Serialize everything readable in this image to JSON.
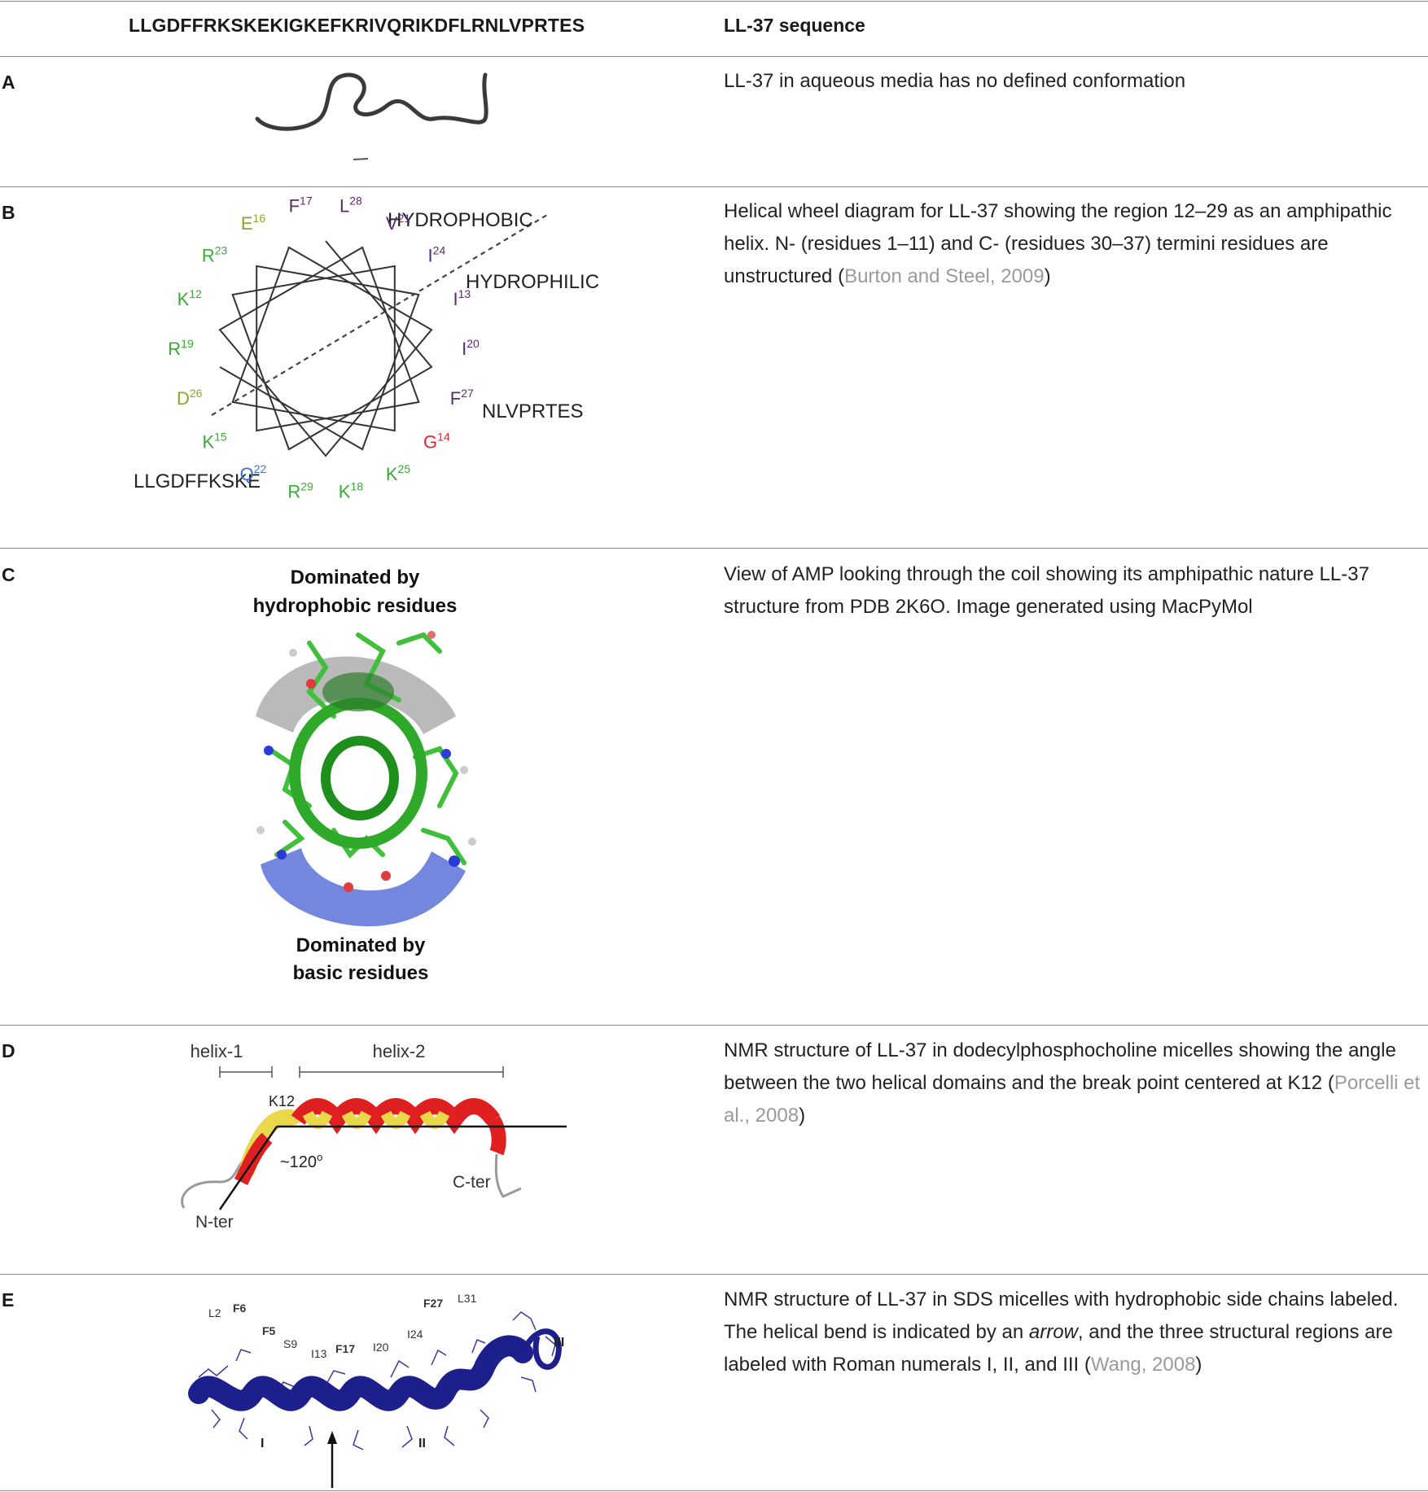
{
  "header": {
    "sequence": "LLGDFFRKSKEKIGKEFKRIVQRIKDFLRNLVPRTES",
    "column_title": "LL-37 sequence"
  },
  "rows": [
    {
      "letter": "A",
      "description": "LL-37 in aqueous media has no defined conformation"
    },
    {
      "letter": "B",
      "description_pre": "Helical wheel diagram for LL-37 showing the region 12–29 as an amphipathic helix. N- (residues 1–11) and C- (residues 30–37) termini residues are unstructured (",
      "citation": "Burton and Steel, 2009",
      "description_post": ")",
      "figure": {
        "hydrophobic_label": "HYDROPHOBIC",
        "hydrophilic_label": "HYDROPHILIC",
        "n_term_seq": "LLGDFFKSKE",
        "c_term_seq": "NLVPRTES",
        "residues": [
          {
            "aa": "F",
            "num": "17",
            "color": "#5b2a6e"
          },
          {
            "aa": "L",
            "num": "28",
            "color": "#5b2a6e"
          },
          {
            "aa": "V",
            "num": "21",
            "color": "#5b2a6e"
          },
          {
            "aa": "I",
            "num": "24",
            "color": "#5b2a6e"
          },
          {
            "aa": "I",
            "num": "13",
            "color": "#5b2a6e"
          },
          {
            "aa": "I",
            "num": "20",
            "color": "#5b2a6e"
          },
          {
            "aa": "F",
            "num": "27",
            "color": "#5b2a6e"
          },
          {
            "aa": "G",
            "num": "14",
            "color": "#e0262b"
          },
          {
            "aa": "K",
            "num": "25",
            "color": "#3aa935"
          },
          {
            "aa": "K",
            "num": "18",
            "color": "#3aa935"
          },
          {
            "aa": "R",
            "num": "29",
            "color": "#3aa935"
          },
          {
            "aa": "Q",
            "num": "22",
            "color": "#3f6fd1"
          },
          {
            "aa": "K",
            "num": "15",
            "color": "#3aa935"
          },
          {
            "aa": "D",
            "num": "26",
            "color": "#8aa52d"
          },
          {
            "aa": "R",
            "num": "19",
            "color": "#3aa935"
          },
          {
            "aa": "K",
            "num": "12",
            "color": "#3aa935"
          },
          {
            "aa": "R",
            "num": "23",
            "color": "#3aa935"
          },
          {
            "aa": "E",
            "num": "16",
            "color": "#8aa52d"
          }
        ]
      }
    },
    {
      "letter": "C",
      "description": "View of AMP looking through the coil showing its amphipathic nature LL-37 structure from PDB 2K6O. Image generated using MacPyMol",
      "figure": {
        "top_label_1": "Dominated by",
        "top_label_2": "hydrophobic residues",
        "bottom_label_1": "Dominated by",
        "bottom_label_2": "basic residues"
      }
    },
    {
      "letter": "D",
      "description_pre": "NMR structure of LL-37 in dodecylphosphocholine micelles showing the angle between the two helical domains and the break point centered at K12 (",
      "citation": "Porcelli et al., 2008",
      "description_post": ")",
      "figure": {
        "helix1": "helix-1",
        "helix2": "helix-2",
        "k12": "K12",
        "angle": "~120",
        "angle_unit": "o",
        "n_ter": "N-ter",
        "c_ter": "C-ter"
      }
    },
    {
      "letter": "E",
      "description_pre": "NMR structure of LL-37 in SDS micelles with hydrophobic side chains labeled. The helical bend is indicated by an ",
      "description_em": "arrow",
      "description_mid": ", and the three structural regions are labeled with Roman numerals I, II, and III (",
      "citation": "Wang, 2008",
      "description_post": ")",
      "figure": {
        "labels": [
          "L2",
          "F6",
          "F5",
          "S9",
          "I13",
          "F17",
          "I20",
          "I24",
          "F27",
          "L31"
        ],
        "regions": [
          "I",
          "II",
          "III"
        ]
      }
    }
  ]
}
